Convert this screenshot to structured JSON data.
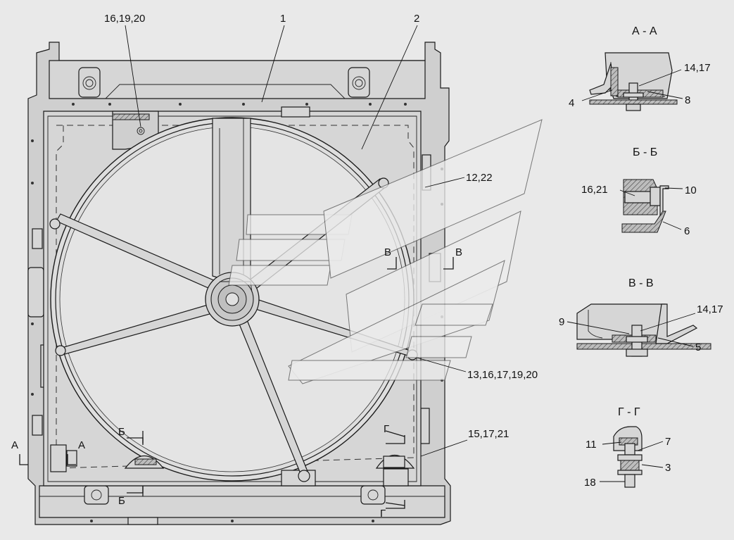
{
  "callouts": [
    {
      "id": "c1",
      "text": "16,19,20"
    },
    {
      "id": "c2",
      "text": "1"
    },
    {
      "id": "c3",
      "text": "2"
    },
    {
      "id": "c4",
      "text": "12,22"
    },
    {
      "id": "c5",
      "text": "13,16,17,19,20"
    },
    {
      "id": "c6",
      "text": "15,17,21"
    }
  ],
  "section_marks": {
    "a": "А",
    "b": "Б",
    "v": "В",
    "g": "Г"
  },
  "sections": [
    {
      "id": "aa",
      "title": "А - А",
      "labels": [
        "14,17",
        "4",
        "8"
      ]
    },
    {
      "id": "bb",
      "title": "Б - Б",
      "labels": [
        "16,21",
        "10",
        "6"
      ]
    },
    {
      "id": "vv",
      "title": "В - В",
      "labels": [
        "14,17",
        "9",
        "5"
      ]
    },
    {
      "id": "gg",
      "title": "Г - Г",
      "labels": [
        "11",
        "7",
        "3",
        "18"
      ]
    }
  ],
  "colors": {
    "background": "#e9e9e9",
    "ink": "#1a1a1a",
    "metal": "#d6d6d6"
  }
}
